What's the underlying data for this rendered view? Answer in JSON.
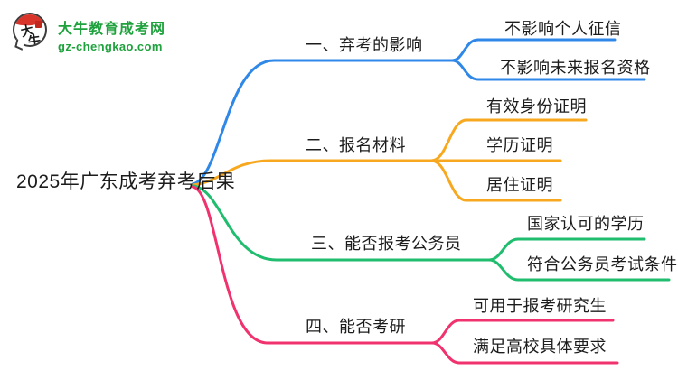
{
  "logo": {
    "icon_chars": [
      "大",
      "牛"
    ],
    "title": "大牛教育成考网",
    "url": "gz-chengkao.com",
    "brand_color": "#1fa23d"
  },
  "root": {
    "label": "2025年广东成考弃考后果"
  },
  "colors": {
    "branch1": "#2f88e8",
    "branch2": "#f7a81f",
    "branch3": "#21bd6f",
    "bran4_note": "",
    "branch4": "#f0326e",
    "text": "#1c1c1c"
  },
  "branches": [
    {
      "label": "一、弃考的影响",
      "color": "#2f88e8",
      "children": [
        "不影响个人征信",
        "不影响未来报名资格"
      ]
    },
    {
      "label": "二、报名材料",
      "color": "#f7a81f",
      "children": [
        "有效身份证明",
        "学历证明",
        "居住证明"
      ]
    },
    {
      "label": "三、能否报考公务员",
      "color": "#21bd6f",
      "children": [
        "国家认可的学历",
        "符合公务员考试条件"
      ]
    },
    {
      "label": "四、能否考研",
      "color": "#f0326e",
      "children": [
        "可用于报考研究生",
        "满足高校具体要求"
      ]
    }
  ]
}
